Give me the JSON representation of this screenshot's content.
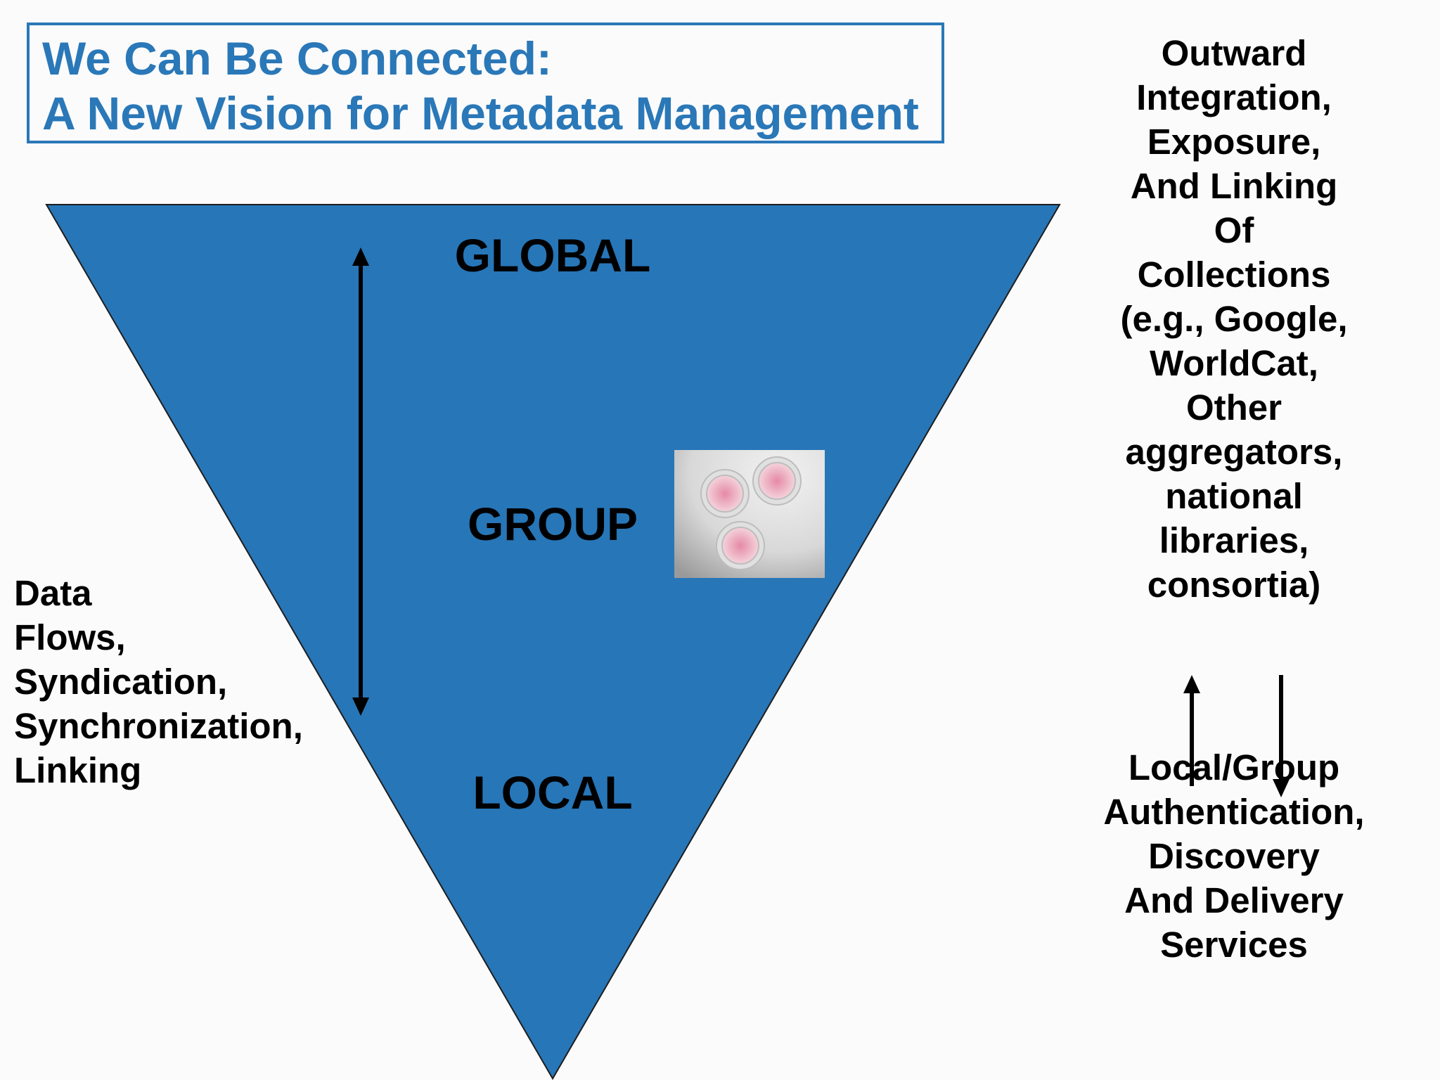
{
  "title": {
    "line1": "We Can Be Connected:",
    "line2": "A New Vision for Metadata Management"
  },
  "levels": {
    "global": "GLOBAL",
    "group": "GROUP",
    "local": "LOCAL"
  },
  "left_label": [
    "Data",
    "Flows,",
    "Syndication,",
    "Synchronization,",
    "Linking"
  ],
  "right_top_label": [
    "Outward",
    "Integration,",
    "Exposure,",
    "And Linking",
    "Of",
    "Collections",
    "(e.g., Google,",
    "WorldCat,",
    "Other",
    "aggregators,",
    "national",
    "libraries,",
    "consortia)"
  ],
  "right_bottom_label": [
    "Local/Group",
    "Authentication,",
    "Discovery",
    "And Delivery",
    "Services"
  ],
  "colors": {
    "triangle_fill": "#2776b8",
    "title_color": "#2a78b8",
    "arrow_color": "#000000",
    "gear_fill": "#e8a9b8"
  },
  "icons": {
    "gears": "interlocking-gears-image"
  }
}
